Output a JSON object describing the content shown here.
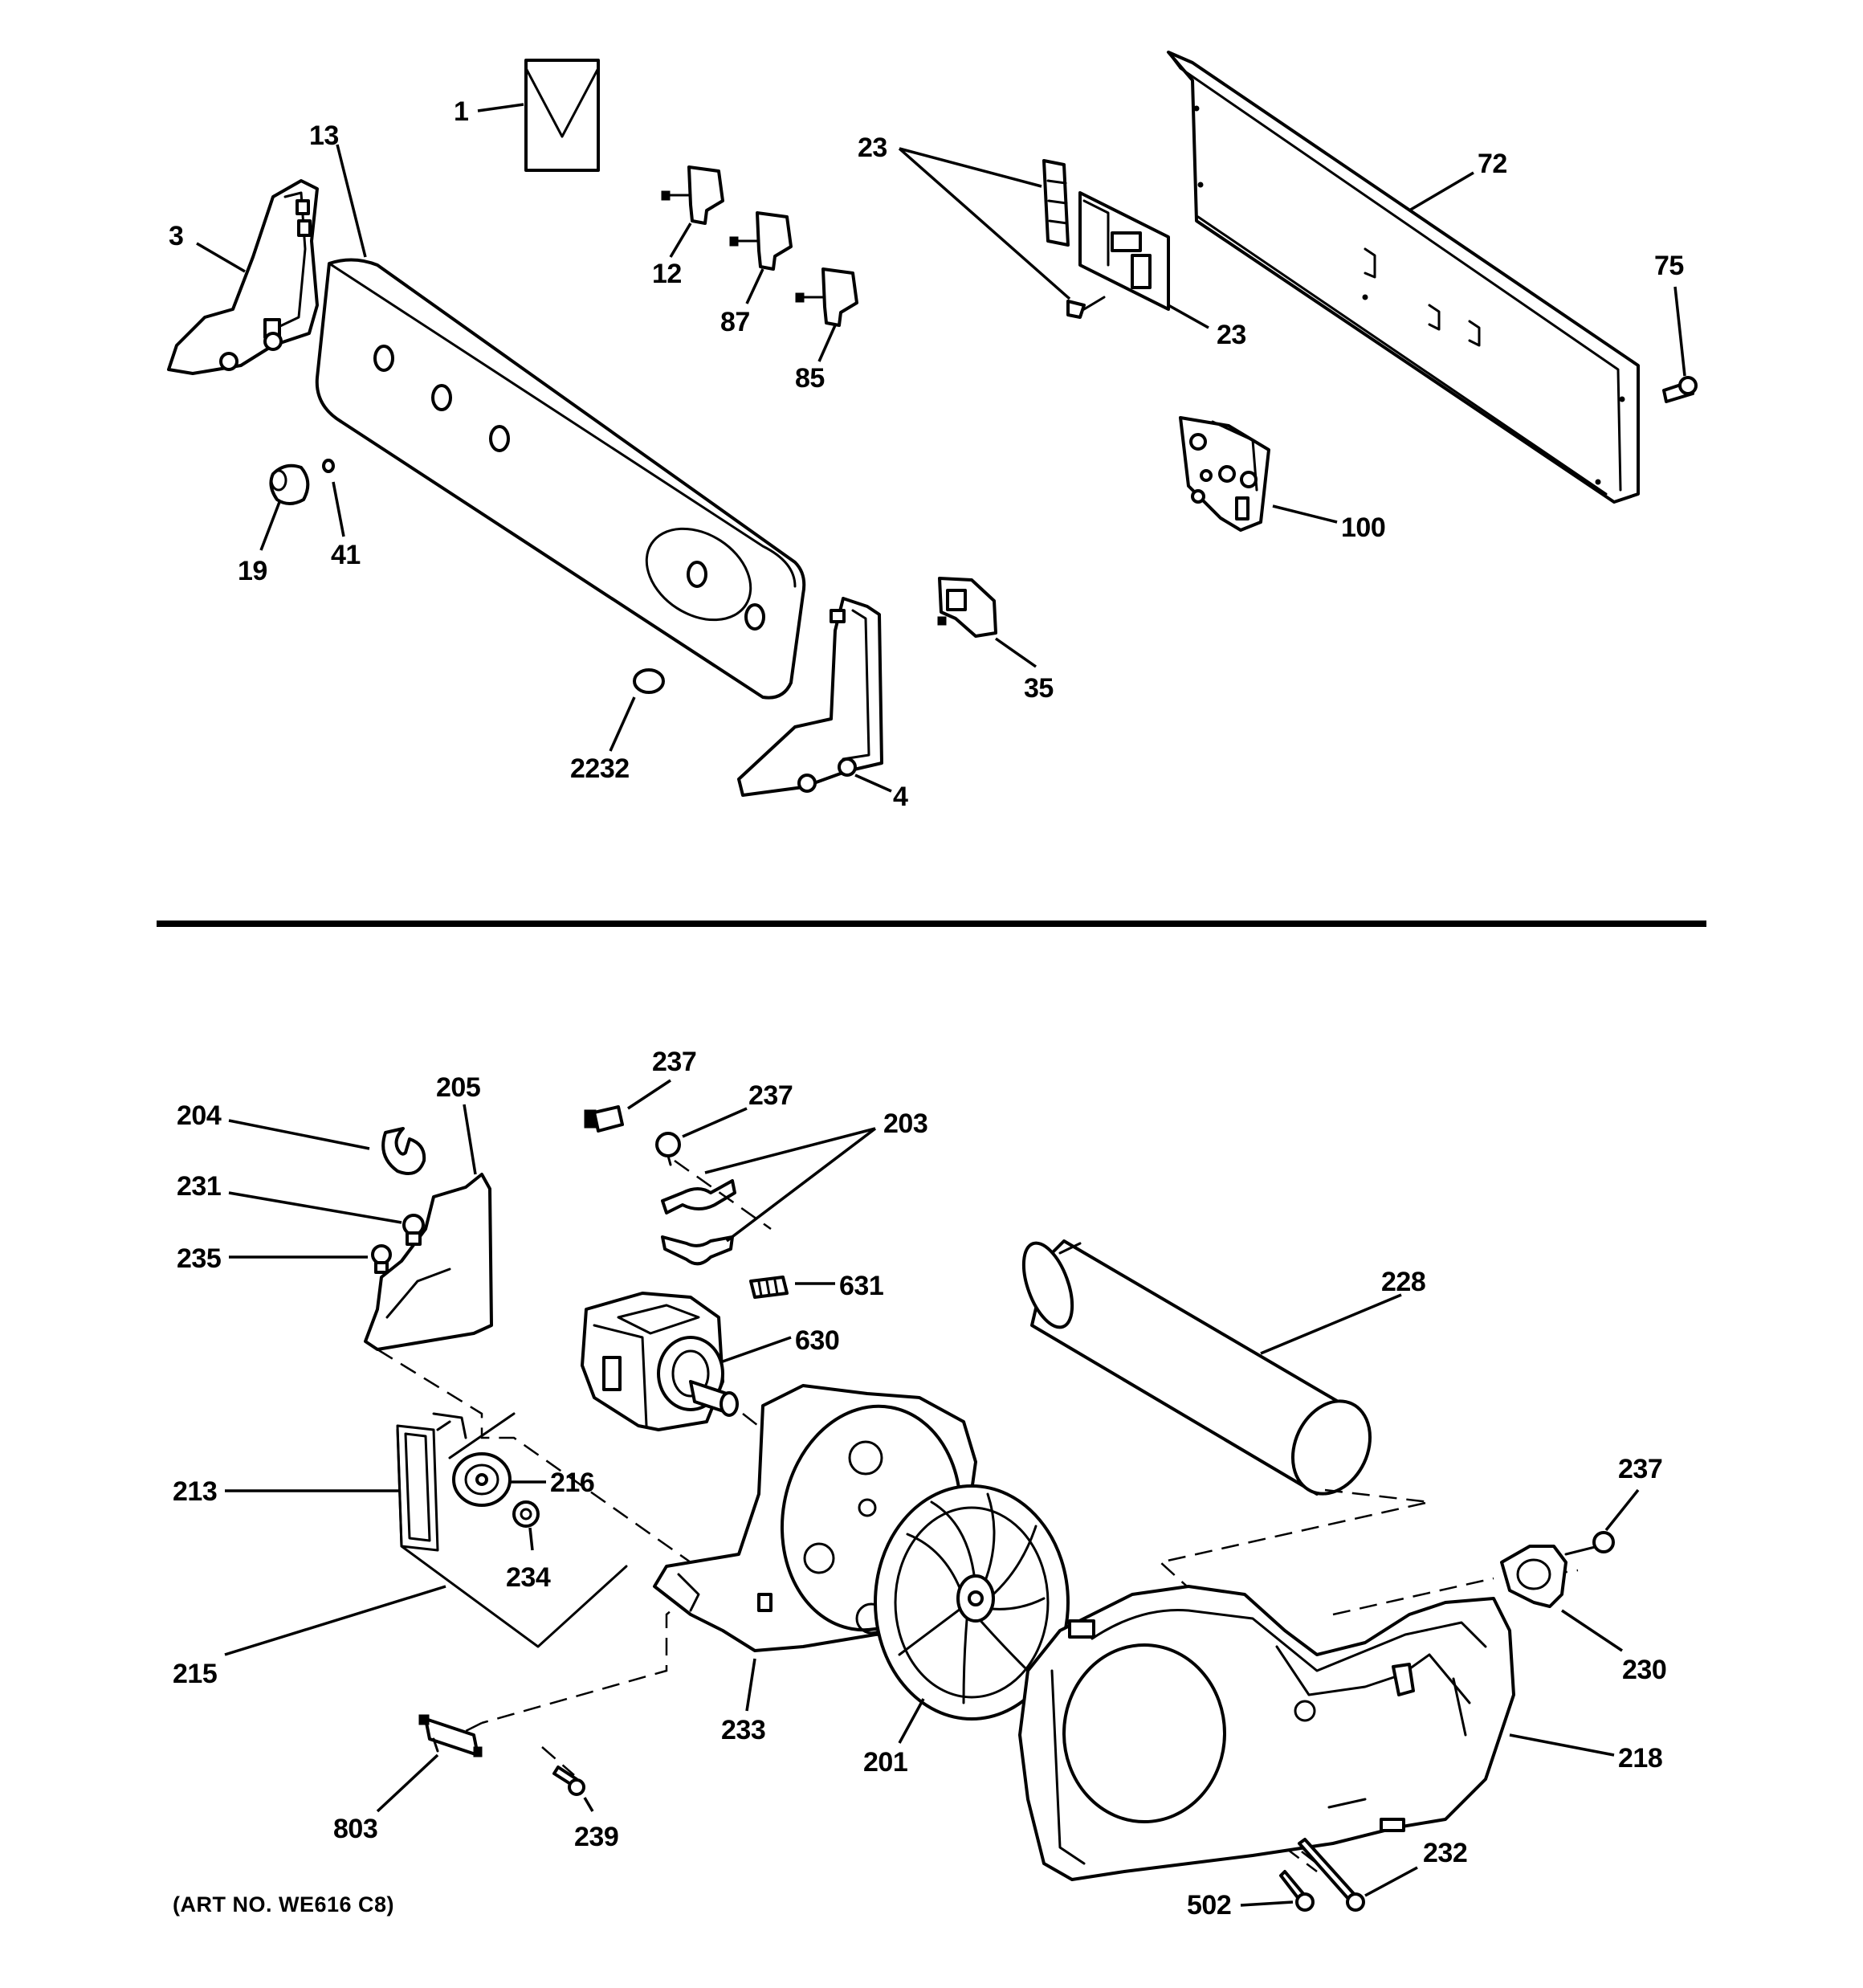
{
  "labels": {
    "top": {
      "l1": "1",
      "l13": "13",
      "l3": "3",
      "l12": "12",
      "l87": "87",
      "l85": "85",
      "l23a": "23",
      "l23b": "23",
      "l72": "72",
      "l75": "75",
      "l100": "100",
      "l19": "19",
      "l41": "41",
      "l35": "35",
      "l2232": "2232",
      "l4": "4"
    },
    "bottom": {
      "l237a": "237",
      "l237b": "237",
      "l237c": "237",
      "l203": "203",
      "l205": "205",
      "l204": "204",
      "l231": "231",
      "l235": "235",
      "l631": "631",
      "l630": "630",
      "l228": "228",
      "l213": "213",
      "l216": "216",
      "l234": "234",
      "l215": "215",
      "l233": "233",
      "l201": "201",
      "l230": "230",
      "l218": "218",
      "l803": "803",
      "l239": "239",
      "l232": "232",
      "l502": "502"
    }
  },
  "art_number": "(ART NO. WE616 C8)"
}
